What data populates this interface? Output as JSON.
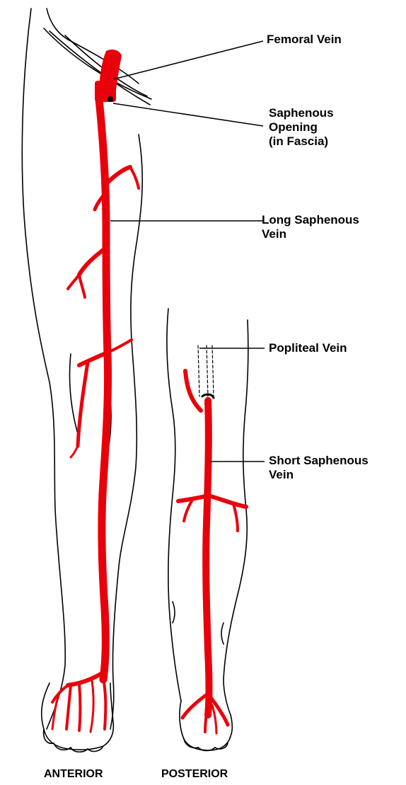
{
  "labels": {
    "femoral_vein": "Femoral Vein",
    "saphenous_opening": [
      "Saphenous",
      "Opening",
      "(in Fascia)"
    ],
    "long_saphenous_vein": [
      "Long Saphenous",
      "Vein"
    ],
    "popliteal_vein": "Popliteal Vein",
    "short_saphenous_vein": [
      "Short Saphenous",
      "Vein"
    ]
  },
  "views": {
    "anterior": "ANTERIOR",
    "posterior": "POSTERIOR"
  },
  "colors": {
    "vein": "#e8000b",
    "outline": "#000000",
    "background": "#ffffff"
  }
}
